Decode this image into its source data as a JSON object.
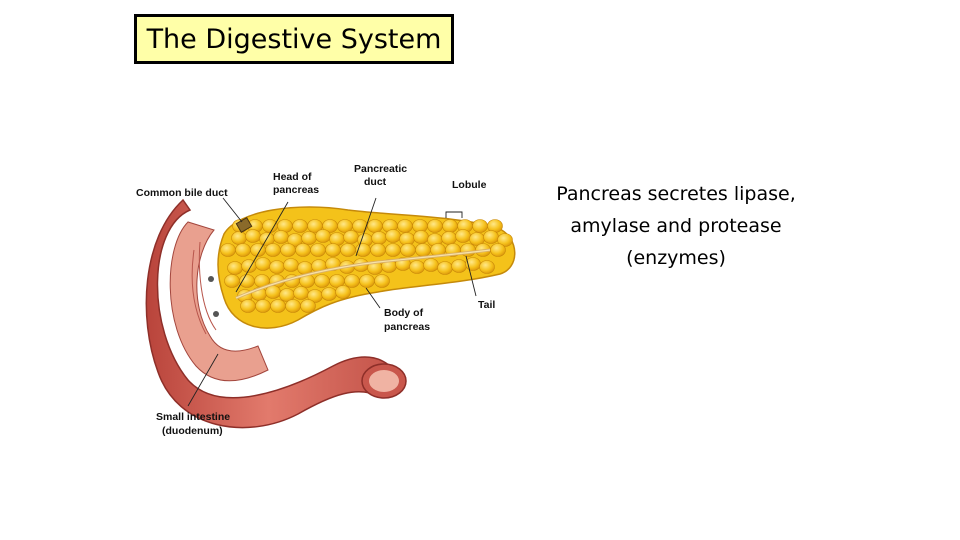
{
  "slide": {
    "title": "The Digestive System",
    "caption_lines": [
      "Pancreas secretes lipase,",
      "amylase and protease",
      "(enzymes)"
    ]
  },
  "figure": {
    "labels": {
      "common_bile_duct": "Common bile duct",
      "head_of_pancreas": [
        "Head of",
        "pancreas"
      ],
      "pancreatic_duct": [
        "Pancreatic",
        "duct"
      ],
      "lobule": "Lobule",
      "tail": "Tail",
      "body_of_pancreas": [
        "Body of",
        "pancreas"
      ],
      "small_intestine": [
        "Small intestine",
        "(duodenum)"
      ]
    }
  },
  "colors": {
    "title_background": "#ffffa8",
    "pancreas": "#f4c21a",
    "intestine": "#d9665a",
    "intestine_inner": "#e9a08f"
  }
}
